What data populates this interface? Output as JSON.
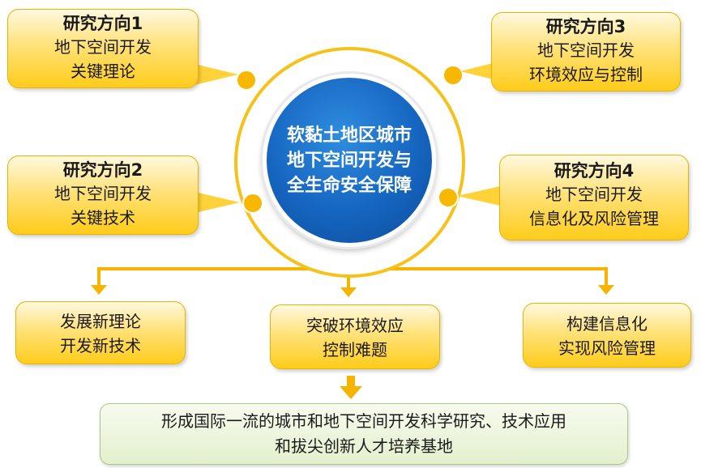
{
  "center": {
    "lines": [
      "软黏土地区城市",
      "地下空间开发与",
      "全生命安全保障"
    ]
  },
  "directions": [
    {
      "title": "研究方向1",
      "lines": [
        "地下空间开发",
        "关键理论"
      ]
    },
    {
      "title": "研究方向2",
      "lines": [
        "地下空间开发",
        "关键技术"
      ]
    },
    {
      "title": "研究方向3",
      "lines": [
        "地下空间开发",
        "环境效应与控制"
      ]
    },
    {
      "title": "研究方向4",
      "lines": [
        "地下空间开发",
        "信息化及风险管理"
      ]
    }
  ],
  "outcomes": [
    {
      "lines": [
        "发展新理论",
        "开发新技术"
      ]
    },
    {
      "lines": [
        "突破环境效应",
        "控制难题"
      ]
    },
    {
      "lines": [
        "构建信息化",
        "实现风险管理"
      ]
    }
  ],
  "goal": {
    "lines": [
      "形成国际一流的城市和地下空间开发科学研究、技术应用",
      "和拔尖创新人才培养基地"
    ]
  },
  "colors": {
    "accent": "#f4b400",
    "center_blue": "#1565c0",
    "goal_green": "#e3f0cc"
  }
}
